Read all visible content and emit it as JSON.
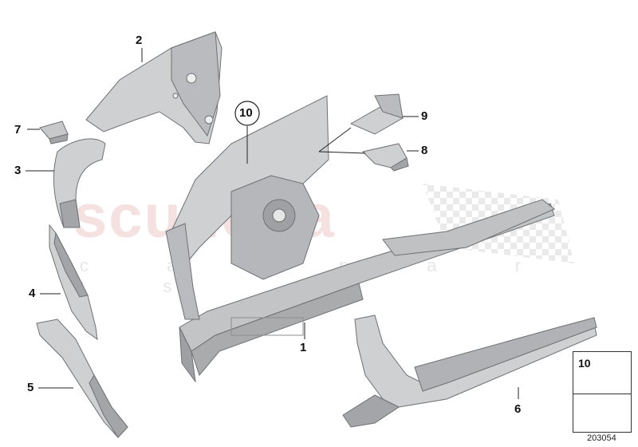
{
  "watermark": {
    "brand": "scuderia",
    "sub": "c a r   p a r t s"
  },
  "callouts": [
    {
      "id": "c2",
      "label": "2"
    },
    {
      "id": "c7",
      "label": "7"
    },
    {
      "id": "c3",
      "label": "3"
    },
    {
      "id": "c4",
      "label": "4"
    },
    {
      "id": "c5",
      "label": "5"
    },
    {
      "id": "c1",
      "label": "1"
    },
    {
      "id": "c6",
      "label": "6"
    },
    {
      "id": "c8",
      "label": "8"
    },
    {
      "id": "c9",
      "label": "9"
    },
    {
      "id": "c10",
      "label": "10"
    }
  ],
  "legend": {
    "part_number": "10",
    "icon": "clip-nut-icon",
    "nav_icon": "arrow-icon"
  },
  "diagram_id": "203054",
  "colors": {
    "part_fill": "#cfd0d2",
    "part_dark": "#a3a5a8",
    "part_edge": "#6e7073",
    "line": "#222222"
  }
}
